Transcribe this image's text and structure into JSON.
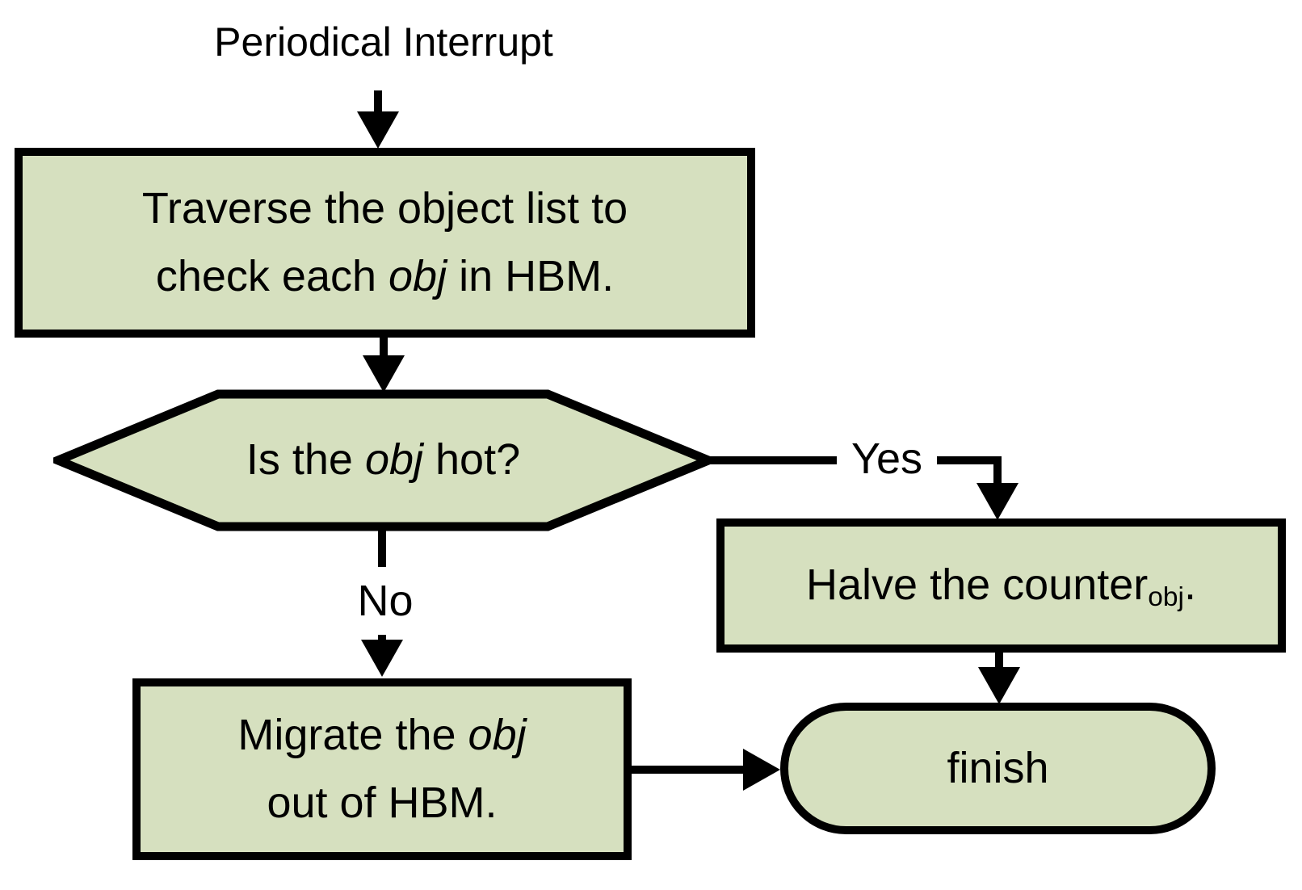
{
  "title": "Periodical Interrupt",
  "colors": {
    "fill": "#d6e0bf",
    "stroke": "#000000",
    "bg": "#ffffff"
  },
  "nodes": {
    "traverse": {
      "line1": "Traverse the object list to",
      "line2_pre": "check each ",
      "line2_em": "obj",
      "line2_post": " in HBM."
    },
    "decision": {
      "pre": "Is the ",
      "em": "obj",
      "post": " hot?"
    },
    "halve": {
      "pre": "Halve the counter",
      "sub": "obj",
      "post": "."
    },
    "migrate": {
      "line1_pre": "Migrate the ",
      "line1_em": "obj",
      "line2": "out of HBM."
    },
    "finish": {
      "label": "finish"
    }
  },
  "edges": {
    "yes_label": "Yes",
    "no_label": "No"
  }
}
